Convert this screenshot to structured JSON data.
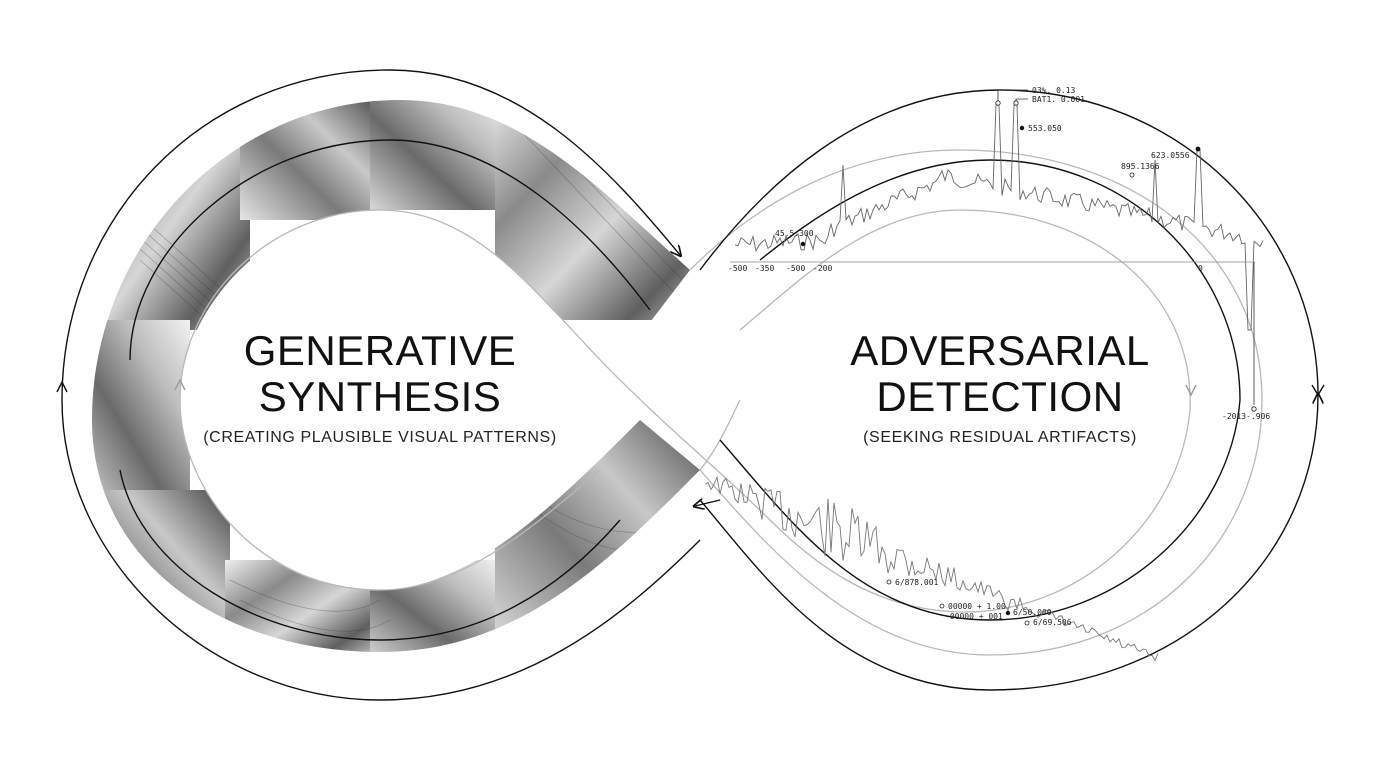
{
  "left_panel": {
    "title_line1": "GENERATIVE",
    "title_line2": "SYNTHESIS",
    "subtitle": "(CREATING PLAUSIBLE VISUAL PATTERNS)"
  },
  "right_panel": {
    "title_line1": "ADVERSARIAL",
    "title_line2": "DETECTION",
    "subtitle": "(SEEKING RESIDUAL ARTIFACTS)"
  },
  "annotations": {
    "a1": "03%. 0.13",
    "a2": "BAT1. 0.001",
    "a3": "553.050",
    "a4": "895.1366",
    "a5": "623.0556",
    "a6": "45.5.300",
    "a7": "-2013-.906",
    "a8": "6/878.001",
    "a9": "00000 + 1.00",
    "a10": "-00000 + 001",
    "a11": "6/50.000",
    "a12": "6/69.506"
  },
  "axis_ticks": [
    "-500",
    "-350",
    "-500",
    "-200",
    "0"
  ],
  "colors": {
    "line": "#111111",
    "ring": "#b5b5b5",
    "texture_dark": "#555555",
    "texture_light": "#dcdcdc"
  }
}
